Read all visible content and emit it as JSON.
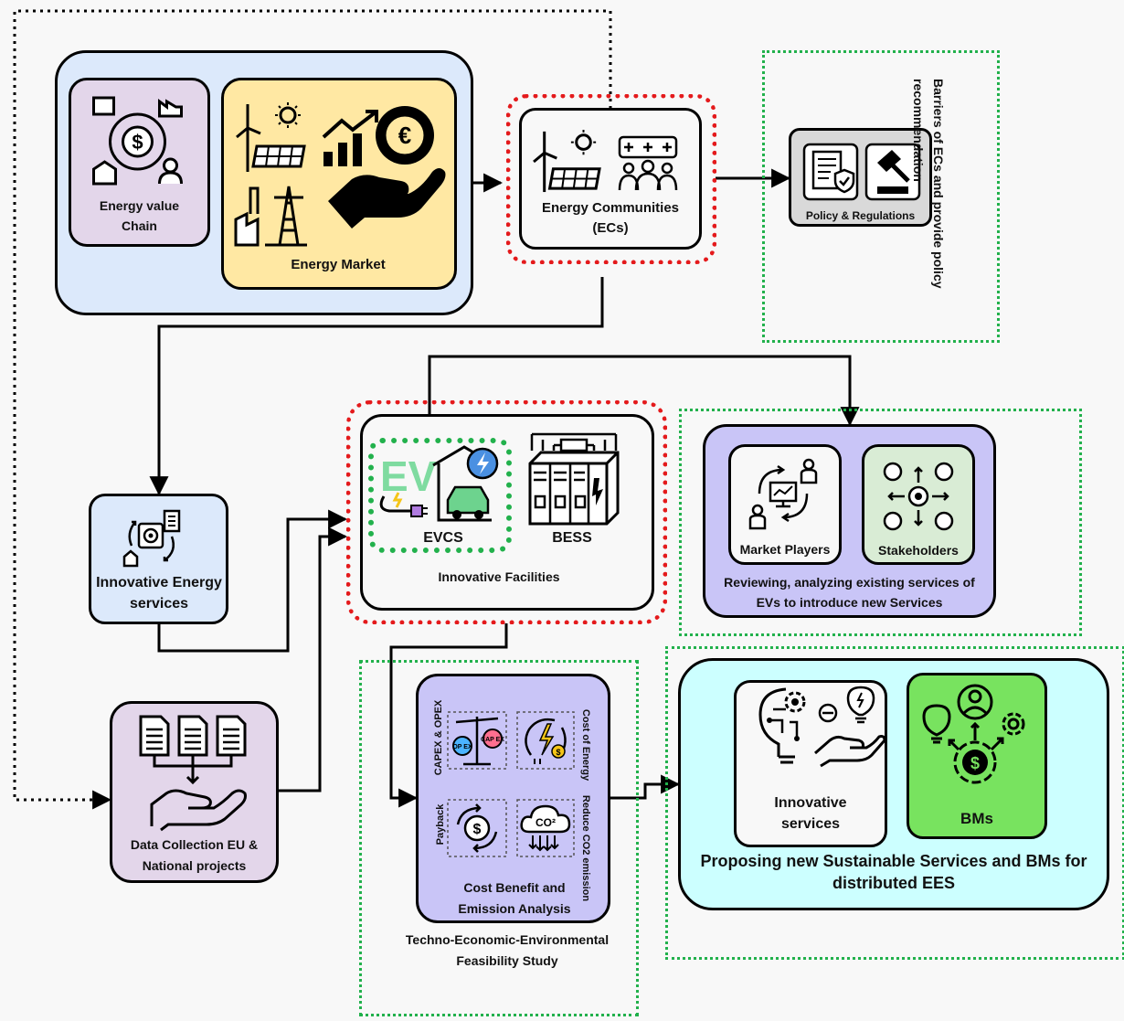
{
  "diagram": {
    "energy_value_chain": "Energy value Chain",
    "energy_market": "Energy Market",
    "energy_communities": "Energy Communities (ECs)",
    "policy_regulations": "Policy & Regulations",
    "barriers_note": "Barriers of ECs and provide policy recommendation",
    "innovative_energy_services": "Innovative Energy services",
    "evcs": "EVCS",
    "bess": "BESS",
    "innovative_facilities": "Innovative Facilities",
    "market_players": "Market Players",
    "stakeholders": "Stakeholders",
    "reviewing_note": "Reviewing, analyzing existing services of EVs to introduce new Services",
    "data_collection": "Data Collection  EU & National projects",
    "capex_opex": "CAPEX & OPEX",
    "cost_of_energy": "Cost of Energy",
    "payback": "Payback",
    "reduce_co2": "Reduce CO2 emission",
    "cost_benefit": "Cost Benefit and Emission Analysis",
    "feasibility_study": "Techno-Economic-Environmental Feasibility Study",
    "innovative_services": "Innovative services",
    "bms": "BMs",
    "proposing": "Proposing new Sustainable Services and BMs for distributed EES",
    "ev_text": "EV",
    "op_ex": "OP EX",
    "cap_ex": "CAP EX",
    "co2_text": "CO²"
  },
  "colors": {
    "light_blue": "#dce9fb",
    "lavender": "#e3d6ea",
    "yellow": "#ffe8a3",
    "gray_box": "#d9d9d9",
    "periwinkle": "#c9c5f7",
    "mint": "#d9ecd5",
    "cyan": "#ccffff",
    "green": "#78e35f",
    "red_dotted": "#e41a1c",
    "green_dotted": "#22b14c"
  }
}
